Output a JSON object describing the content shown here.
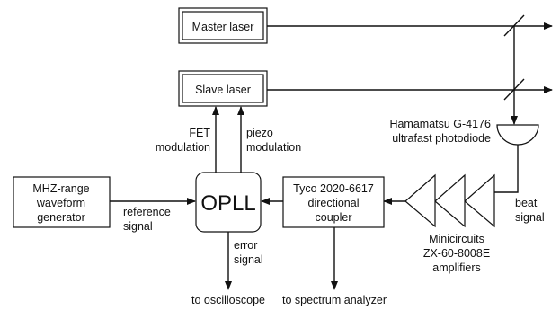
{
  "boxes": {
    "master_laser": "Master laser",
    "slave_laser": "Slave laser",
    "opll": "OPLL",
    "waveform_generator": [
      "MHZ-range",
      "waveform",
      "generator"
    ],
    "directional_coupler": [
      "Tyco 2020-6617",
      "directional",
      "coupler"
    ]
  },
  "labels": {
    "photodiode": [
      "Hamamatsu G-4176",
      "ultrafast photodiode"
    ],
    "fet_modulation": [
      "FET",
      "modulation"
    ],
    "piezo_modulation": [
      "piezo",
      "modulation"
    ],
    "reference_signal": [
      "reference",
      "signal"
    ],
    "error_signal": [
      "error",
      "signal"
    ],
    "beat_signal": [
      "beat",
      "signal"
    ],
    "amplifiers": [
      "Minicircuits",
      "ZX-60-8008E",
      "amplifiers"
    ],
    "to_oscilloscope": "to oscilloscope",
    "to_spectrum_analyzer": "to spectrum analyzer"
  }
}
